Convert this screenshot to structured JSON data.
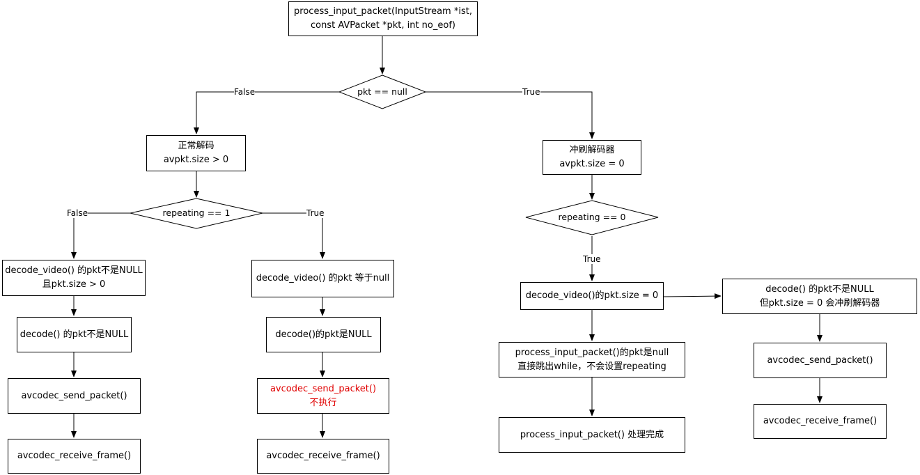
{
  "nodes": {
    "start": {
      "line1": "process_input_packet(InputStream *ist,",
      "line2": "const AVPacket *pkt, int no_eof)"
    },
    "pkt_null": "pkt == null",
    "normal": {
      "line1": "正常解码",
      "line2": "avpkt.size > 0"
    },
    "flush": {
      "line1": "冲刷解码器",
      "line2": "avpkt.size = 0"
    },
    "rep1": "repeating == 1",
    "rep0": "repeating == 0",
    "l_dv": {
      "line1": "decode_video() 的pkt不是NULL",
      "line2": "且pkt.size > 0"
    },
    "l_dec": "decode() 的pkt不是NULL",
    "l_send": "avcodec_send_packet()",
    "l_recv": "avcodec_receive_frame()",
    "m_dv": "decode_video() 的pkt 等于null",
    "m_dec": "decode()的pkt是NULL",
    "m_send": {
      "line1": "avcodec_send_packet()",
      "line2": "不执行"
    },
    "m_recv": "avcodec_receive_frame()",
    "r_dv": "decode_video()的pkt.size = 0",
    "r_pip": {
      "line1": "process_input_packet()的pkt是null",
      "line2": "直接跳出while，不会设置repeating"
    },
    "r_done": "process_input_packet() 处理完成",
    "rr_dec": {
      "line1": "decode() 的pkt不是NULL",
      "line2": "但pkt.size = 0 会冲刷解码器"
    },
    "rr_send": "avcodec_send_packet()",
    "rr_recv": "avcodec_receive_frame()"
  },
  "labels": {
    "false_top": "False",
    "true_top": "True",
    "false_rep": "False",
    "true_rep": "True",
    "true_rep0": "True"
  },
  "colors": {
    "highlight": "#e00000",
    "stroke": "#000000"
  }
}
